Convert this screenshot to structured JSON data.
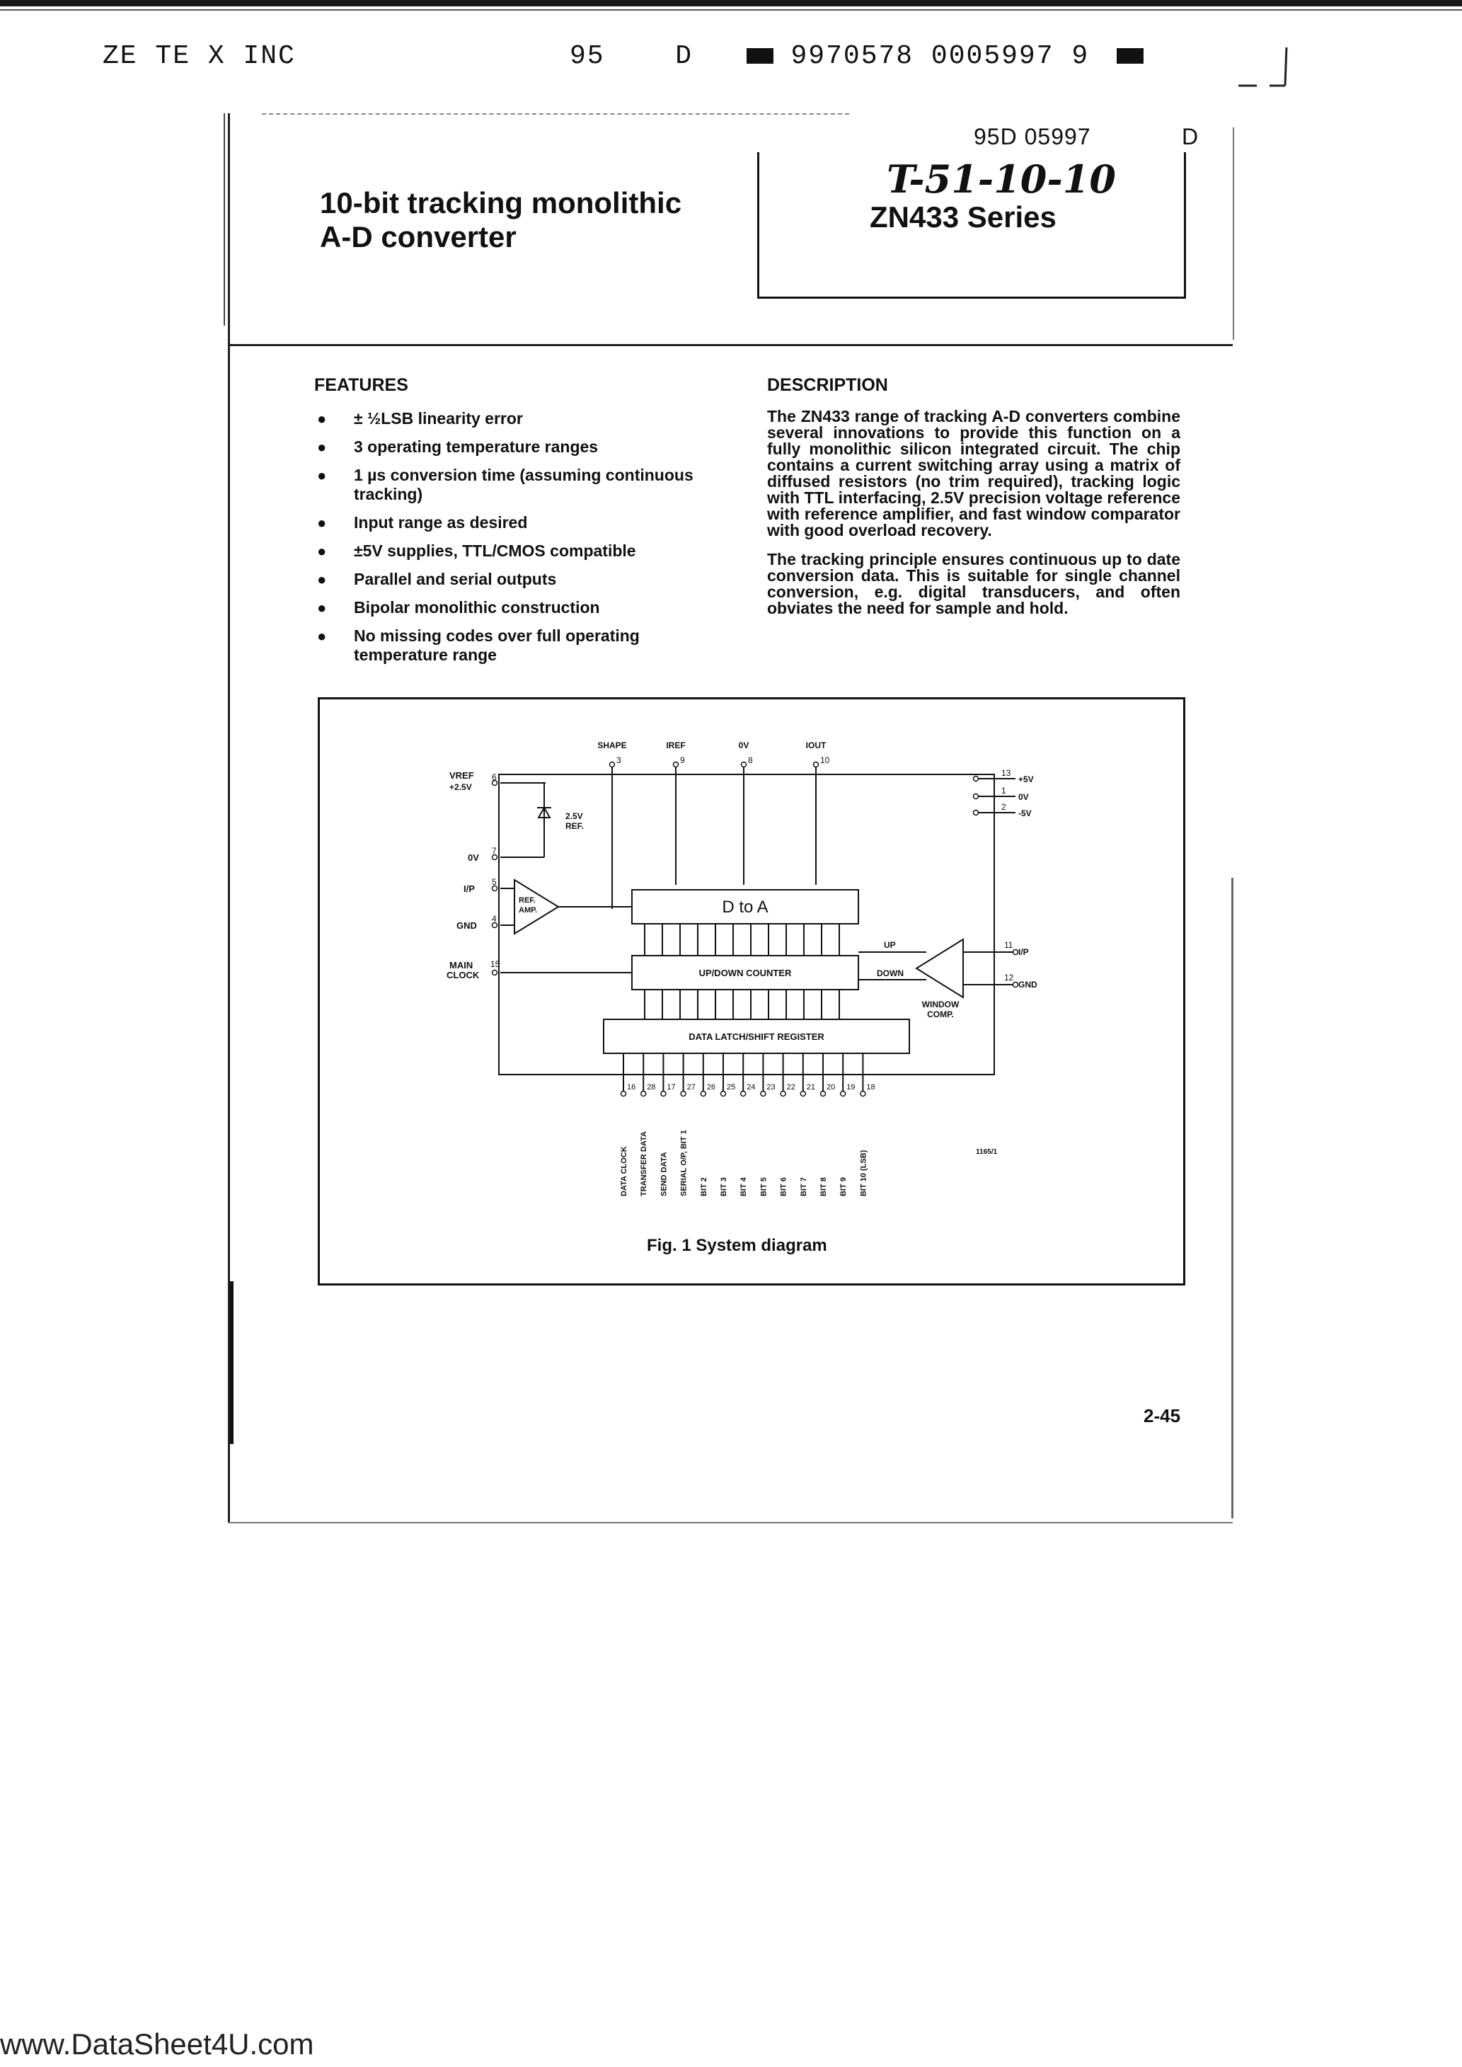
{
  "header": {
    "company": "ZE TE X INC",
    "code1": "95",
    "code2": "D",
    "code3": "9970578 0005997 9"
  },
  "ref": {
    "number": "95D 05997",
    "letter": "D",
    "handwritten": "T-51-10-10"
  },
  "title": {
    "line1": "10-bit tracking monolithic",
    "line2": "A-D converter",
    "series": "ZN433 Series"
  },
  "features": {
    "heading": "FEATURES",
    "items": [
      "± ½LSB linearity error",
      "3 operating temperature ranges",
      "1 µs conversion time (assuming continuous tracking)",
      "Input range as desired",
      "±5V supplies, TTL/CMOS compatible",
      "Parallel and serial outputs",
      "Bipolar monolithic construction",
      "No missing codes over full operating temperature range"
    ]
  },
  "description": {
    "heading": "DESCRIPTION",
    "para1": "The ZN433 range of tracking A-D converters combine several innovations to provide this function on a fully monolithic silicon integrated circuit. The chip contains a current switching array using a matrix of diffused resistors (no trim required), tracking logic with TTL interfacing, 2.5V precision voltage reference with reference amplifier, and fast window comparator with good overload recovery.",
    "para2": "The tracking principle ensures continuous up to date conversion data. This is suitable for single channel conversion, e.g. digital transducers, and often obviates the need for sample and hold."
  },
  "diagram": {
    "caption": "Fig. 1 System diagram",
    "code": "1165/1",
    "top_pins": [
      {
        "label": "SHAPE",
        "num": "3"
      },
      {
        "label": "IREF",
        "num": "9"
      },
      {
        "label": "0V",
        "num": "8"
      },
      {
        "label": "IOUT",
        "num": "10"
      }
    ],
    "right_pins": [
      {
        "num": "13",
        "label": "+5V"
      },
      {
        "num": "1",
        "label": "0V"
      },
      {
        "num": "2",
        "label": "-5V"
      }
    ],
    "left_labels": {
      "vref": "VREF",
      "vref2": "+2.5V",
      "vref_pin": "6",
      "zener": "2.5V",
      "zener2": "REF.",
      "ov": "0V",
      "ov_pin": "7",
      "ip": "I/P",
      "ip_pin": "5",
      "gnd": "GND",
      "gnd_pin": "4",
      "amp1": "REF.",
      "amp2": "AMP.",
      "clk1": "MAIN",
      "clk2": "CLOCK",
      "clk_pin": "15"
    },
    "blocks": {
      "dac": "D to A",
      "counter": "UP/DOWN COUNTER",
      "latch": "DATA LATCH/SHIFT REGISTER"
    },
    "comp": {
      "up": "UP",
      "down": "DOWN",
      "label1": "WINDOW",
      "label2": "COMP.",
      "in_pin": "11",
      "in_label": "I/P",
      "gnd_pin": "12",
      "gnd_label": "GND"
    },
    "bottom_pins": [
      {
        "num": "16",
        "label": "DATA CLOCK"
      },
      {
        "num": "28",
        "label": "TRANSFER DATA"
      },
      {
        "num": "17",
        "label": "SEND DATA"
      },
      {
        "num": "27",
        "label": "SERIAL O/P, BIT 1"
      },
      {
        "num": "26",
        "label": "BIT 2"
      },
      {
        "num": "25",
        "label": "BIT 3"
      },
      {
        "num": "24",
        "label": "BIT 4"
      },
      {
        "num": "23",
        "label": "BIT 5"
      },
      {
        "num": "22",
        "label": "BIT 6"
      },
      {
        "num": "21",
        "label": "BIT 7"
      },
      {
        "num": "20",
        "label": "BIT 8"
      },
      {
        "num": "19",
        "label": "BIT 9"
      },
      {
        "num": "18",
        "label": "BIT 10 (LSB)"
      }
    ]
  },
  "footer": {
    "page_number": "2-45",
    "watermark": "www.DataSheet4U.com"
  }
}
